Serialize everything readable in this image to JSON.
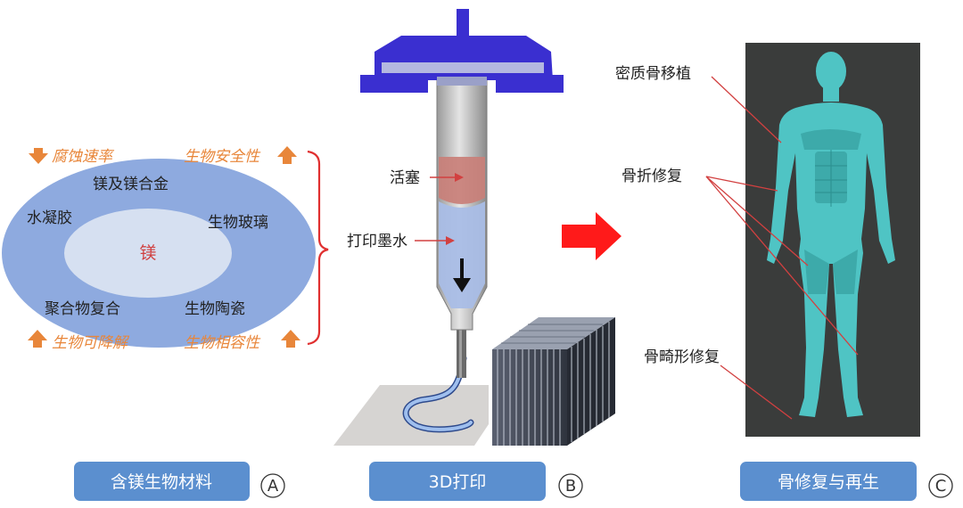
{
  "panel_a": {
    "core": "镁",
    "materials": [
      "镁及镁合金",
      "水凝胶",
      "生物玻璃",
      "聚合物复合",
      "生物陶瓷"
    ],
    "properties": [
      "腐蚀速率",
      "生物安全性",
      "生物可降解",
      "生物相容性"
    ],
    "caption": "含镁生物材料",
    "marker": "A"
  },
  "panel_b": {
    "piston_label": "活塞",
    "ink_label": "打印墨水",
    "caption": "3D打印",
    "marker": "B"
  },
  "panel_c": {
    "labels": [
      "密质骨移植",
      "骨折修复",
      "骨畸形修复"
    ],
    "caption": "骨修复与再生",
    "marker": "C"
  },
  "colors": {
    "ellipse_outer": "#8eaadf",
    "ellipse_inner": "#d6e0f1",
    "accent_orange": "#e8863a",
    "bracket_red": "#e03030",
    "arrow_red": "#ff1a1a",
    "button_blue": "#5b8fcf",
    "body_teal": "#4fc4c4",
    "panel_dark": "#3a3c3b",
    "syringe_cap": "#3a2fd0"
  }
}
